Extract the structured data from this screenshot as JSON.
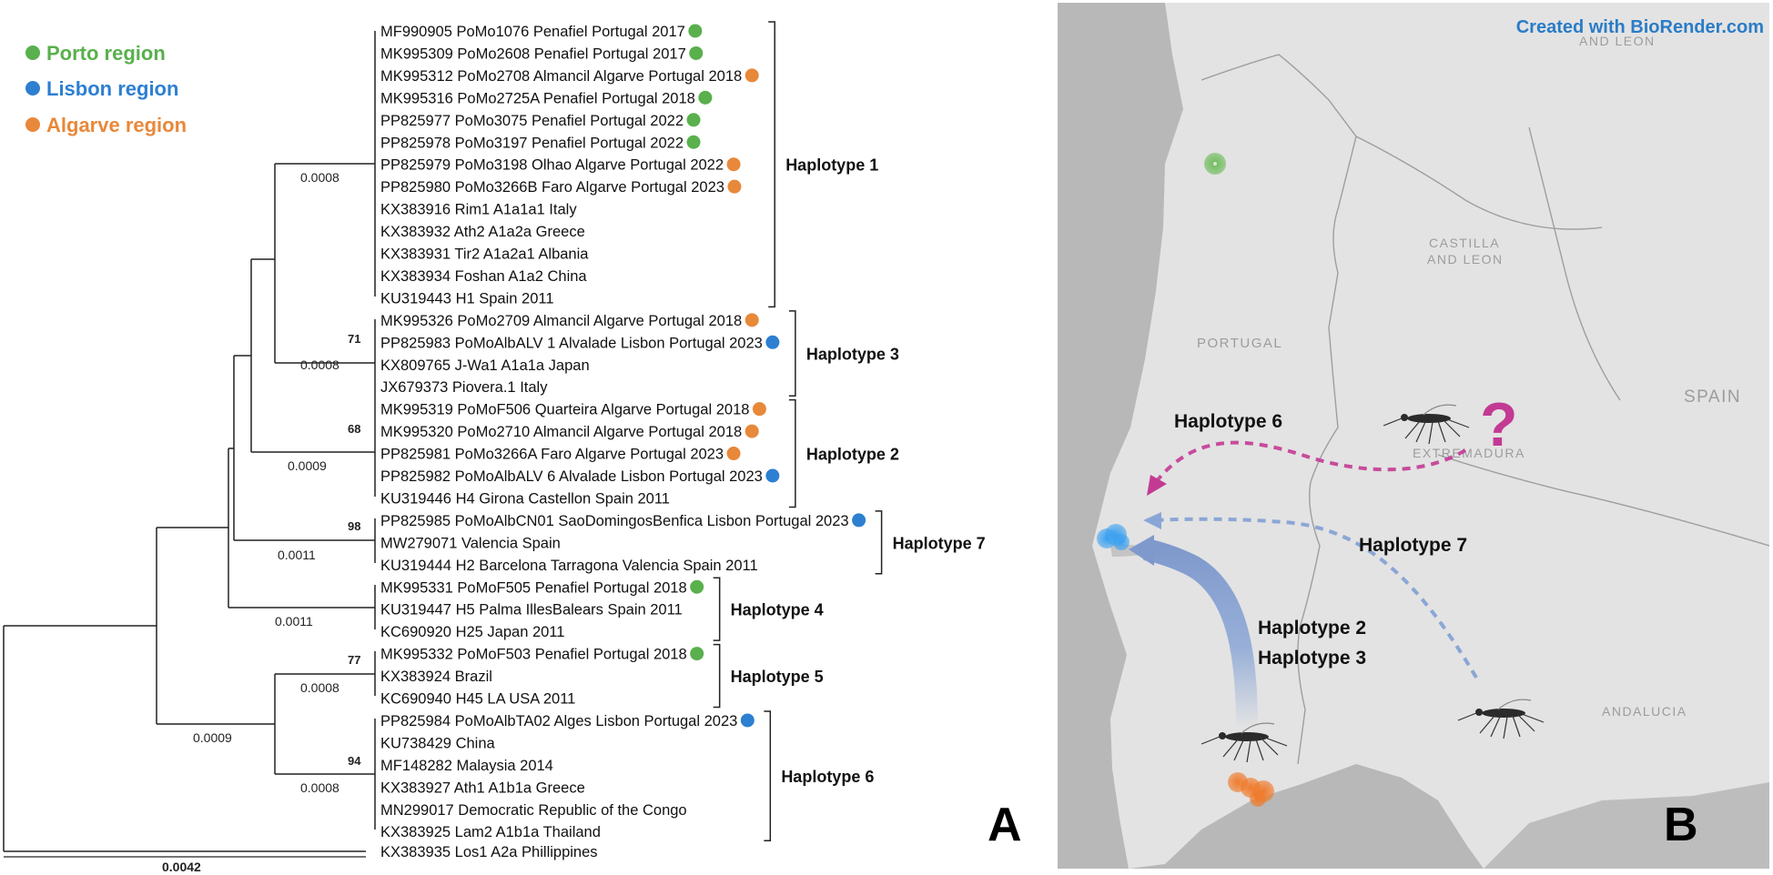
{
  "legend": [
    {
      "label": "Porto region",
      "color": "#59b04d"
    },
    {
      "label": "Lisbon region",
      "color": "#2d7fd1"
    },
    {
      "label": "Algarve region",
      "color": "#e8883a"
    }
  ],
  "colors": {
    "porto": "#59b04d",
    "lisbon": "#2d7fd1",
    "algarve": "#e8883a",
    "magenta": "#c33a93",
    "blue_arrow": "#8aa6d6"
  },
  "taxa": [
    {
      "label": "MF990905 PoMo1076 Penafiel Portugal 2017",
      "region": "porto"
    },
    {
      "label": "MK995309 PoMo2608 Penafiel Portugal 2017",
      "region": "porto"
    },
    {
      "label": "MK995312 PoMo2708 Almancil Algarve Portugal 2018",
      "region": "algarve"
    },
    {
      "label": "MK995316 PoMo2725A Penafiel Portugal 2018",
      "region": "porto"
    },
    {
      "label": "PP825977 PoMo3075 Penafiel Portugal 2022",
      "region": "porto"
    },
    {
      "label": "PP825978 PoMo3197 Penafiel Portugal 2022",
      "region": "porto"
    },
    {
      "label": "PP825979 PoMo3198 Olhao Algarve Portugal 2022",
      "region": "algarve"
    },
    {
      "label": "PP825980 PoMo3266B Faro Algarve Portugal 2023",
      "region": "algarve"
    },
    {
      "label": "KX383916 Rim1 A1a1a1 Italy",
      "region": ""
    },
    {
      "label": "KX383932 Ath2 A1a2a Greece",
      "region": ""
    },
    {
      "label": "KX383931 Tir2 A1a2a1 Albania",
      "region": ""
    },
    {
      "label": "KX383934 Foshan A1a2 China",
      "region": ""
    },
    {
      "label": "KU319443 H1 Spain 2011",
      "region": ""
    },
    {
      "label": "MK995326 PoMo2709 Almancil Algarve Portugal 2018",
      "region": "algarve"
    },
    {
      "label": "PP825983 PoMoAlbALV 1 Alvalade Lisbon Portugal 2023",
      "region": "lisbon"
    },
    {
      "label": "KX809765 J-Wa1 A1a1a Japan",
      "region": ""
    },
    {
      "label": "JX679373 Piovera.1 Italy",
      "region": ""
    },
    {
      "label": "MK995319 PoMoF506 Quarteira Algarve Portugal 2018",
      "region": "algarve"
    },
    {
      "label": "MK995320 PoMo2710 Almancil Algarve Portugal 2018",
      "region": "algarve"
    },
    {
      "label": "PP825981 PoMo3266A Faro Algarve Portugal 2023",
      "region": "algarve"
    },
    {
      "label": "PP825982 PoMoAlbALV 6 Alvalade Lisbon Portugal 2023",
      "region": "lisbon"
    },
    {
      "label": "KU319446 H4 Girona Castellon Spain 2011",
      "region": ""
    },
    {
      "label": "PP825985 PoMoAlbCN01 SaoDomingosBenfica Lisbon Portugal 2023",
      "region": "lisbon"
    },
    {
      "label": "MW279071 Valencia Spain",
      "region": ""
    },
    {
      "label": "KU319444 H2 Barcelona Tarragona Valencia Spain 2011",
      "region": ""
    },
    {
      "label": "MK995331 PoMoF505 Penafiel Portugal 2018",
      "region": "porto"
    },
    {
      "label": "KU319447 H5 Palma IllesBalears Spain 2011",
      "region": ""
    },
    {
      "label": "KC690920 H25 Japan 2011",
      "region": ""
    },
    {
      "label": "MK995332 PoMoF503 Penafiel Portugal 2018",
      "region": "porto"
    },
    {
      "label": "KX383924 Brazil",
      "region": ""
    },
    {
      "label": "KC690940 H45 LA USA 2011",
      "region": ""
    },
    {
      "label": "PP825984 PoMoAlbTA02 Alges Lisbon Portugal 2023",
      "region": "lisbon"
    },
    {
      "label": "KU738429 China",
      "region": ""
    },
    {
      "label": "MF148282 Malaysia 2014",
      "region": ""
    },
    {
      "label": "KX383927 Ath1 A1b1a Greece",
      "region": ""
    },
    {
      "label": "MN299017 Democratic Republic of the Congo",
      "region": ""
    },
    {
      "label": "KX383925 Lam2 A1b1a Thailand",
      "region": ""
    },
    {
      "label": "KX383935 Los1 A2a Phillippines",
      "region": ""
    }
  ],
  "haplotype_groups": [
    {
      "label": "Haplotype 1",
      "first": 0,
      "last": 12
    },
    {
      "label": "Haplotype 3",
      "first": 13,
      "last": 16
    },
    {
      "label": "Haplotype 2",
      "first": 17,
      "last": 21
    },
    {
      "label": "Haplotype 7",
      "first": 22,
      "last": 24
    },
    {
      "label": "Haplotype 4",
      "first": 25,
      "last": 27
    },
    {
      "label": "Haplotype 5",
      "first": 28,
      "last": 30
    },
    {
      "label": "Haplotype 6",
      "first": 31,
      "last": 36
    }
  ],
  "branch_lengths": [
    "0.0008",
    "0.0008",
    "0.0009",
    "0.0011",
    "0.0011",
    "0.0008",
    "0.0009",
    "0.0008",
    "0.0042"
  ],
  "bootstrap": [
    "71",
    "68",
    "98",
    "77",
    "94"
  ],
  "panel_labels": {
    "a": "A",
    "b": "B"
  },
  "map": {
    "credit": "Created with BioRender.com",
    "places": [
      "AND LEON",
      "CASTILLA",
      "AND LEON",
      "PORTUGAL",
      "SPAIN",
      "EXTREMADURA",
      "ANDALUCIA"
    ],
    "question": "?",
    "haplotype_labels": [
      "Haplotype 6",
      "Haplotype 7",
      "Haplotype 2",
      "Haplotype 3"
    ]
  }
}
